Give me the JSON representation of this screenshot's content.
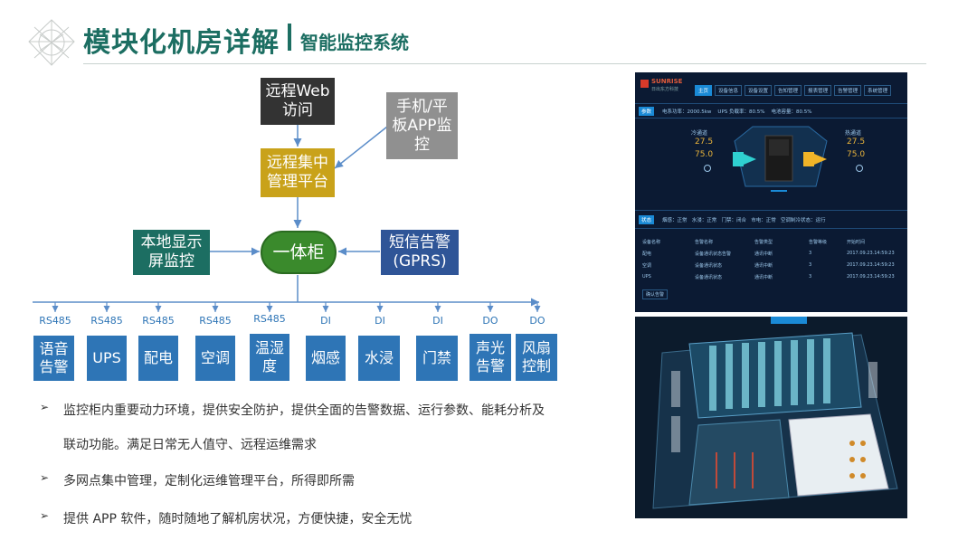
{
  "header": {
    "title": "模块化机房详解",
    "subtitle": "智能监控系统"
  },
  "diagram": {
    "remote_web": "远程Web\n访问",
    "mobile_app": "手机/平\n板APP监\n控",
    "central_platform": "远程集中\n管理平台",
    "local_display": "本地显示\n屏监控",
    "cabinet": "一体柜",
    "sms_alarm": "短信告警\n(GPRS)",
    "ports": [
      "RS485",
      "RS485",
      "RS485",
      "RS485",
      "RS485",
      "DI",
      "DI",
      "DI",
      "DO",
      "DO"
    ],
    "sensors": [
      "语音\n告警",
      "UPS",
      "配电",
      "空调",
      "温湿\n度",
      "烟感",
      "水浸",
      "门禁",
      "声光\n告警",
      "风扇\n控制"
    ]
  },
  "bullets": [
    "监控柜内重要动力环境，提供安全防护，提供全面的告警数据、运行参数、能耗分析及",
    "联动功能。满足日常无人值守、远程运维需求",
    "多网点集中管理，定制化运维管理平台，所得即所需",
    "提供 APP 软件，随时随地了解机房状况，方便快捷，安全无忧"
  ],
  "screenshot1": {
    "brand": "SUNRISE",
    "brand_sub": "日出东方科技",
    "tabs": [
      "主页",
      "设备信息",
      "设备设置",
      "告知管理",
      "报表管理",
      "告警管理",
      "系统管理"
    ],
    "summary_tag": "参数",
    "summary": "电系功率：2000.5kw    UPS 负载率：80.5%    电池容量：80.5%",
    "cold_label": "冷通道",
    "hot_label": "热通道",
    "cold_temp": "27.5",
    "cold_hum": "75.0",
    "hot_temp": "27.5",
    "hot_hum": "75.0",
    "status_tag": "状态",
    "status_line": "烟感：正常   水浸：正常   门禁：闭合   市电：正常   空调制冷状态：运行",
    "table_headers": [
      "设备名称",
      "告警名称",
      "告警类型",
      "告警等级",
      "开始时间"
    ],
    "table_rows": [
      [
        "配电",
        "设备通讯状态告警",
        "通讯中断",
        "3",
        "2017.09.23.14:59:23"
      ],
      [
        "空调",
        "设备通讯状态",
        "通讯中断",
        "3",
        "2017.09.23.14:59:23"
      ],
      [
        "UPS",
        "设备通讯状态",
        "通讯中断",
        "3",
        "2017.09.23.14:59:23"
      ]
    ],
    "more": "确认告警"
  }
}
